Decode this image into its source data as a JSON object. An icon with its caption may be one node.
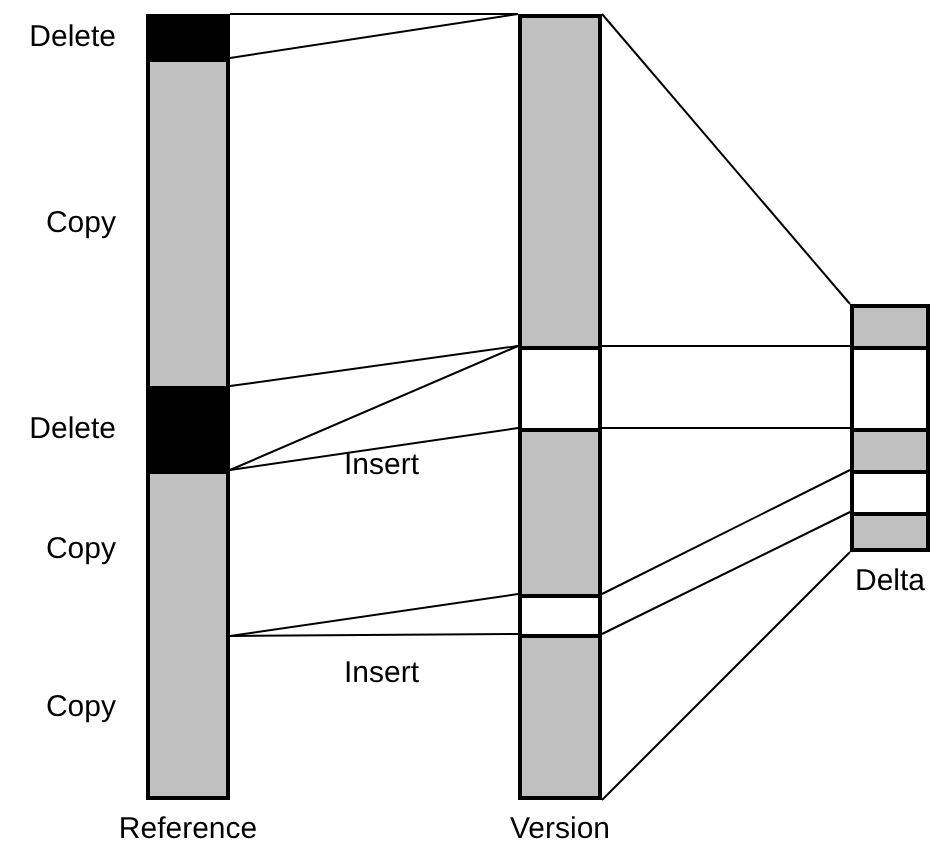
{
  "diagram": {
    "nodes": [
      {
        "text": [
          "Reference"
        ]
      },
      {
        "text": [
          "Delete"
        ],
        "in": 0
      },
      {
        "text": [
          "Copy"
        ],
        "in": 0
      },
      {
        "text": [
          "Delete"
        ],
        "in": 0
      },
      {
        "text": [
          "Copy"
        ],
        "in": 0
      },
      {
        "text": [
          "Copy"
        ],
        "in": 0
      },
      {
        "text": [
          "Version"
        ]
      },
      {
        "text": [],
        "shape": "box",
        "in": 6
      },
      {
        "text": [],
        "shape": "box",
        "in": 6
      },
      {
        "text": [],
        "shape": "box",
        "in": 6
      },
      {
        "text": [],
        "shape": "box",
        "in": 6
      },
      {
        "text": [],
        "shape": "box",
        "in": 6
      },
      {
        "text": [
          "Delta"
        ]
      },
      {
        "text": [],
        "shape": "box",
        "in": 12
      },
      {
        "text": [],
        "shape": "box",
        "in": 12
      },
      {
        "text": [],
        "shape": "box",
        "in": 12
      },
      {
        "text": [],
        "shape": "box",
        "in": 12
      },
      {
        "text": [],
        "shape": "box",
        "in": 12
      }
    ],
    "edges": [
      {
        "from": 1,
        "to": 7,
        "arrow": "none"
      },
      {
        "from": 2,
        "to": 7,
        "arrow": "none"
      },
      {
        "from": 2,
        "to": 7,
        "arrow": "none"
      },
      {
        "from": 4,
        "to": 8,
        "arrow": "none"
      },
      {
        "from": 4,
        "to": 9,
        "arrow": "none"
      },
      {
        "from": 4,
        "to": 10,
        "arrow": "none"
      },
      {
        "from": 5,
        "to": 11,
        "arrow": "none"
      },
      {
        "from": 7,
        "to": 13,
        "arrow": "none"
      },
      {
        "from": 8,
        "to": 14,
        "arrow": "none"
      },
      {
        "from": 9,
        "to": 15,
        "arrow": "none"
      },
      {
        "from": 10,
        "to": 16,
        "arrow": "none"
      },
      {
        "from": 11,
        "to": 17,
        "arrow": "none"
      },
      {
        "from": 11,
        "to": 17,
        "arrow": "none"
      }
    ],
    "labels": [
      "Insert",
      "Insert"
    ]
  }
}
